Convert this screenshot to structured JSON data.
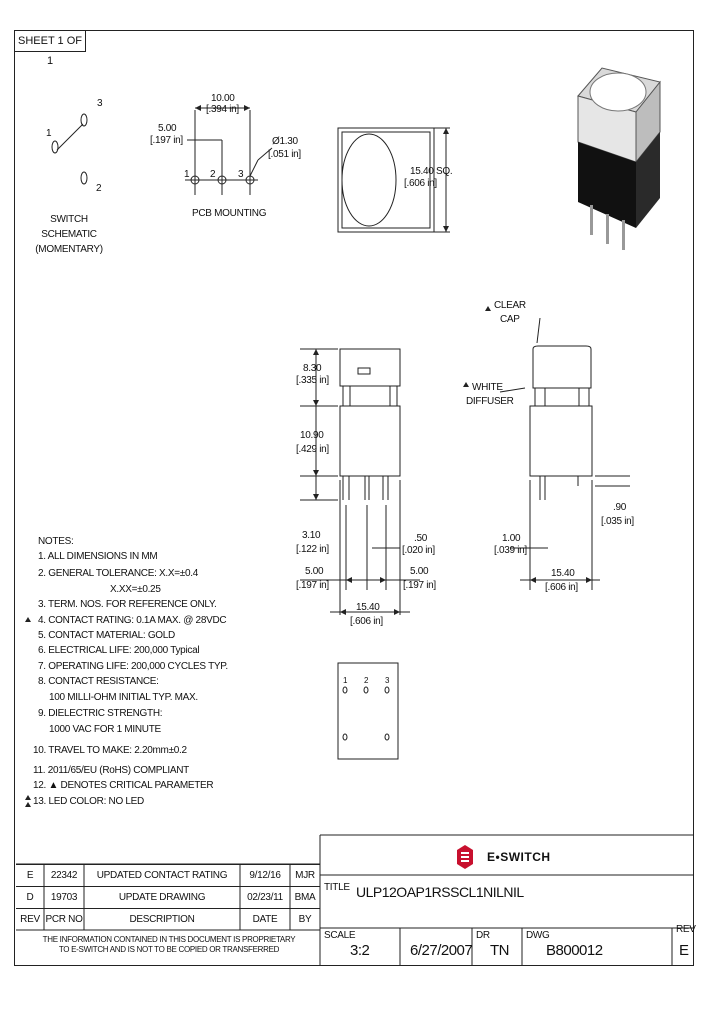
{
  "sheet_label": "SHEET 1 OF 1",
  "schematic": {
    "pin1": "1",
    "pin2": "2",
    "pin3": "3",
    "caption": [
      "SWITCH",
      "SCHEMATIC",
      "(MOMENTARY)"
    ]
  },
  "pcb": {
    "dim_top": "10.00",
    "dim_top_in": "[.394 in]",
    "dim_left": "5.00",
    "dim_left_in": "[.197 in]",
    "dim_hole": "Ø1.30",
    "dim_hole_in": "[.051 in]",
    "pin_labels": [
      "1",
      "2",
      "3"
    ],
    "caption": "PCB MOUNTING"
  },
  "top_view": {
    "dim": "15.40 SQ.",
    "dim_in": "[.606 in]"
  },
  "side_view_left": {
    "dim_cap": "8.30",
    "dim_cap_in": "[.335 in]",
    "dim_body": "10.90",
    "dim_body_in": "[.429 in]",
    "dim_pin": "3.10",
    "dim_pin_in": "[.122 in]",
    "dim_pin_w": ".50",
    "dim_pin_w_in": "[.020 in]",
    "dim_pitch_left": "5.00",
    "dim_pitch_left_in": "[.197 in]",
    "dim_pitch_right": "5.00",
    "dim_pitch_right_in": "[.197 in]",
    "dim_width": "15.40",
    "dim_width_in": "[.606 in]"
  },
  "side_view_right": {
    "label_cap": [
      "CLEAR",
      "CAP"
    ],
    "label_diffuser": [
      "WHITE",
      "DIFFUSER"
    ],
    "dim_tab": ".90",
    "dim_tab_in": "[.035 in]",
    "dim_foot": "1.00",
    "dim_foot_in": "[.039 in]",
    "dim_width": "15.40",
    "dim_width_in": "[.606 in]"
  },
  "bottom_view": {
    "pins": [
      "1",
      "2",
      "3"
    ]
  },
  "notes": [
    "NOTES:",
    "1. ALL DIMENSIONS IN MM",
    "2. GENERAL TOLERANCE: X.X=±0.4",
    "X.XX=±0.25",
    "3. TERM. NOS. FOR REFERENCE ONLY.",
    "4. CONTACT RATING: 0.1A MAX. @ 28VDC",
    "5. CONTACT MATERIAL: GOLD",
    "6. ELECTRICAL LIFE: 200,000 Typical",
    "7. OPERATING LIFE: 200,000 CYCLES TYP.",
    "8. CONTACT RESISTANCE:",
    "100 MILLI-OHM INITIAL TYP. MAX.",
    "9. DIELECTRIC STRENGTH:",
    "1000 VAC FOR 1 MINUTE",
    "10. TRAVEL TO MAKE: 2.20mm±0.2",
    "11. 2011/65/EU (RoHS) COMPLIANT",
    "12. ▲ DENOTES CRITICAL PARAMETER",
    "13. LED COLOR: NO LED"
  ],
  "revisions": {
    "rows": [
      {
        "rev": "E",
        "pcr": "22342",
        "description": "UPDATED CONTACT RATING",
        "date": "9/12/16",
        "by": "MJR"
      },
      {
        "rev": "D",
        "pcr": "19703",
        "description": "UPDATE DRAWING",
        "date": "02/23/11",
        "by": "BMA"
      }
    ],
    "header": {
      "rev": "REV",
      "pcr": "PCR NO",
      "description": "DESCRIPTION",
      "date": "DATE",
      "by": "BY"
    },
    "disclaimer": [
      "THE INFORMATION CONTAINED IN THIS DOCUMENT IS PROPRIETARY",
      "TO E-SWITCH AND IS NOT TO BE COPIED OR TRANSFERRED"
    ]
  },
  "title_block": {
    "logo_text": "E•SWITCH",
    "title_label": "TITLE",
    "title": "ULP12OAP1RSSCL1NILNIL",
    "scale_label": "SCALE",
    "scale": "3:2",
    "date": "6/27/2007",
    "dr_label": "DR",
    "dr": "TN",
    "dwg_label": "DWG",
    "dwg": "B800012",
    "rev_label": "REV",
    "rev": "E",
    "logo_color": "#c8102e"
  }
}
